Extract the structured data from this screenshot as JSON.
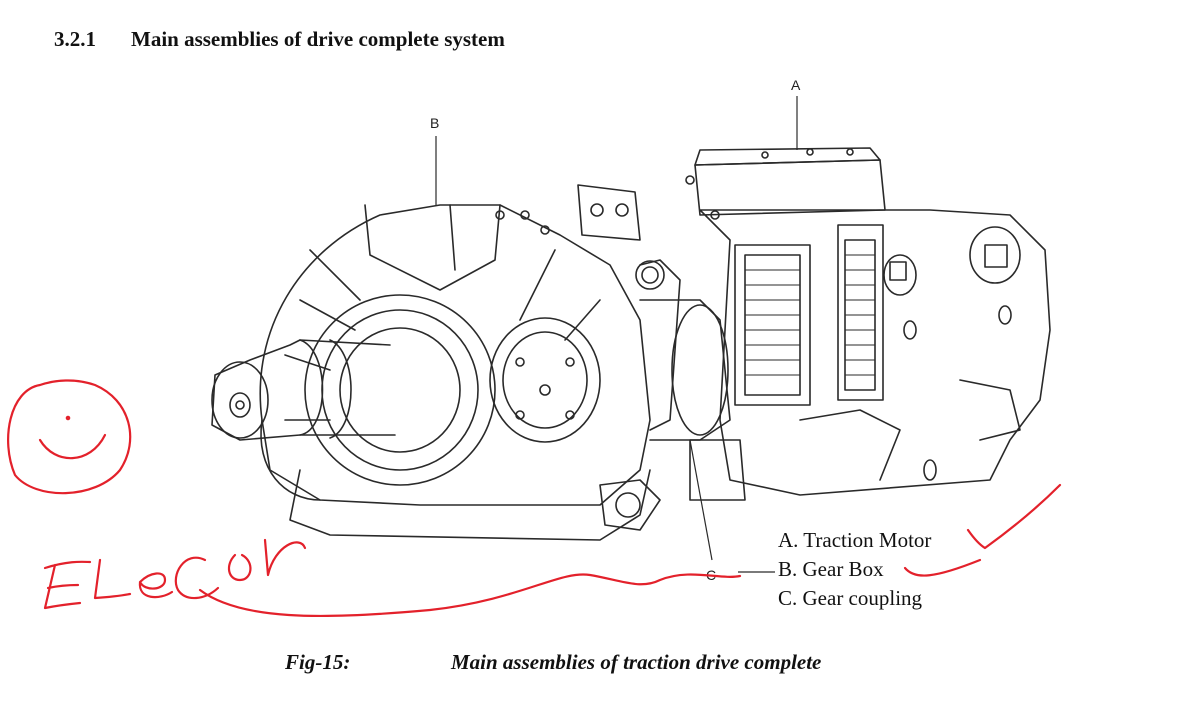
{
  "section": {
    "number": "3.2.1",
    "title": "Main assemblies of drive complete system"
  },
  "figure": {
    "callouts": {
      "a": "A",
      "b": "B",
      "c": "C"
    },
    "legend": [
      "A. Traction Motor",
      "B. Gear Box",
      "C. Gear coupling"
    ],
    "caption": {
      "number": "Fig-15:",
      "title": "Main assemblies of traction drive complete"
    },
    "annotation_color": "#e3212b"
  }
}
